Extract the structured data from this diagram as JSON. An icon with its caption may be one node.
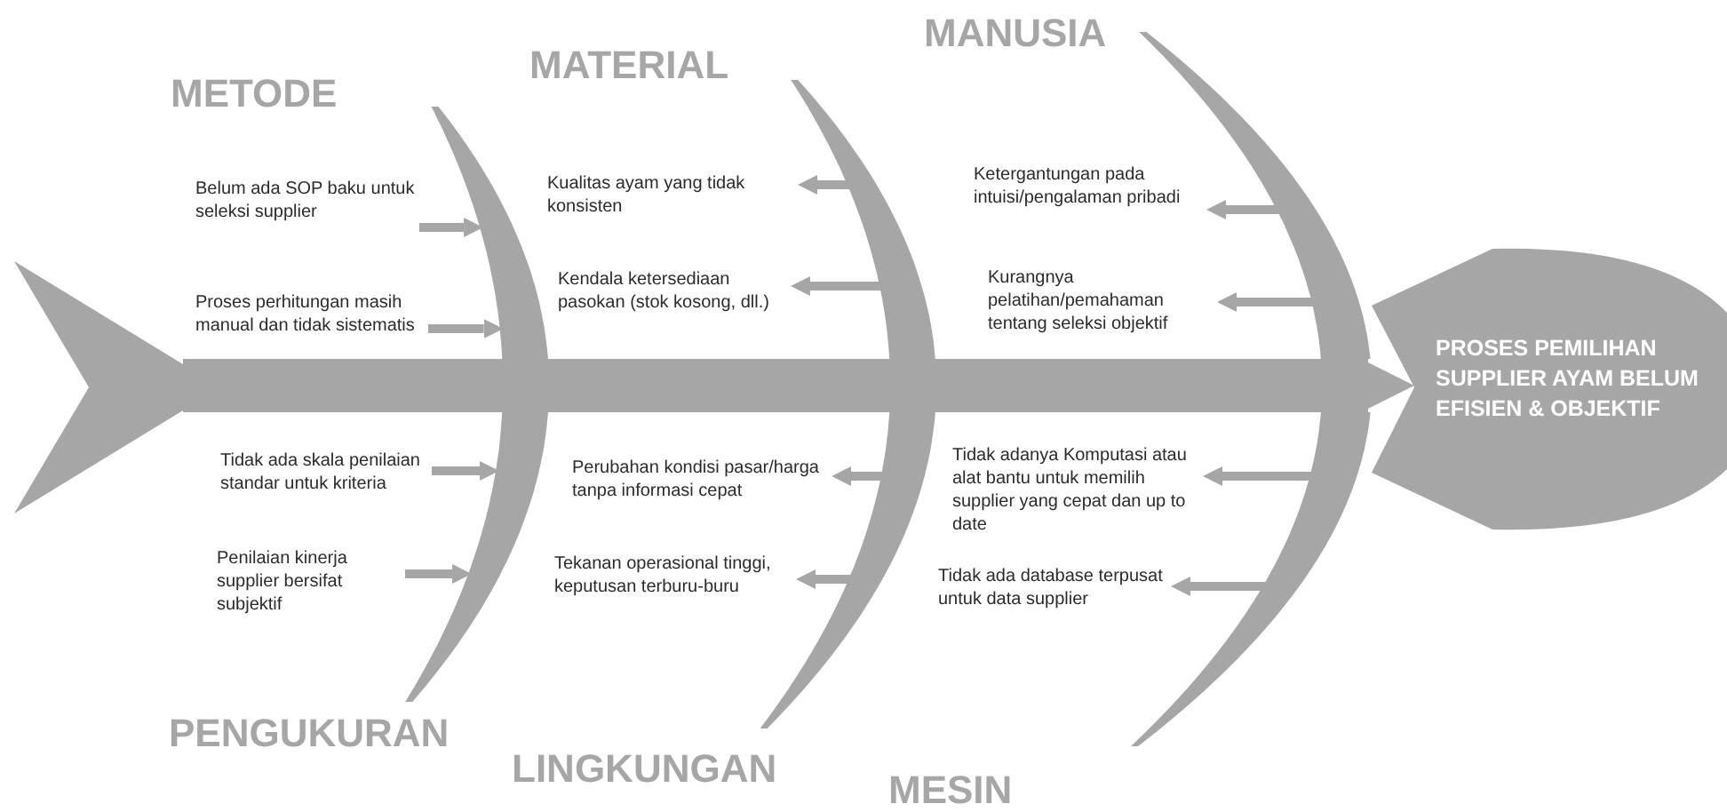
{
  "diagram": {
    "nodes": [
      {
        "text": [],
        "shape": "tail"
      },
      {
        "text": [],
        "shape": "arc"
      },
      {
        "text": [],
        "shape": "arc"
      },
      {
        "text": [],
        "shape": "arc"
      },
      {
        "text": [],
        "shape": "arc"
      },
      {
        "text": [],
        "shape": "arc"
      },
      {
        "text": [],
        "shape": "arc"
      },
      {
        "text": [
          "PROSES PEMILIHAN SUPPLIER AYAM BELUM EFISIEN & OBJEKTIF"
        ]
      },
      {
        "text": [
          "Belum ada SOP baku untuk seleksi supplier"
        ]
      },
      {
        "text": [
          "Proses perhitungan masih manual dan tidak sistematis"
        ]
      },
      {
        "text": [
          "Tidak ada skala penilaian standar untuk kriteria"
        ]
      },
      {
        "text": [
          "Penilaian kinerja supplier bersifat subjektif"
        ]
      },
      {
        "text": [
          "Kualitas ayam yang tidak konsisten"
        ]
      },
      {
        "text": [
          "Kendala ketersediaan pasokan (stok kosong, dll.)"
        ]
      },
      {
        "text": [
          "Perubahan kondisi pasar/harga tanpa informasi cepat"
        ]
      },
      {
        "text": [
          "Tekanan operasional tinggi, keputusan terburu-buru"
        ]
      },
      {
        "text": [
          "Ketergantungan pada intuisi/pengalaman pribadi"
        ]
      },
      {
        "text": [
          "Kurangnya pelatihan/pemahaman tentang seleksi objektif"
        ]
      },
      {
        "text": [
          "Tidak adanya Komputasi atau alat bantu untuk memilih supplier yang cepat dan up to date"
        ]
      },
      {
        "text": [
          "Tidak ada database terpusat untuk data supplier"
        ]
      }
    ],
    "edges": [
      {
        "from": 0,
        "to": 7,
        "arrow": "to",
        "style": "thick"
      },
      {
        "from": 8,
        "to": 1,
        "arrow": "to"
      },
      {
        "from": 9,
        "to": 1,
        "arrow": "to"
      },
      {
        "from": 10,
        "to": 2,
        "arrow": "to"
      },
      {
        "from": 11,
        "to": 2,
        "arrow": "to"
      },
      {
        "from": 3,
        "to": 12,
        "arrow": "to"
      },
      {
        "from": 3,
        "to": 13,
        "arrow": "to"
      },
      {
        "from": 4,
        "to": 14,
        "arrow": "to"
      },
      {
        "from": 4,
        "to": 15,
        "arrow": "to"
      },
      {
        "from": 5,
        "to": 16,
        "arrow": "to"
      },
      {
        "from": 5,
        "to": 17,
        "arrow": "to"
      },
      {
        "from": 6,
        "to": 18,
        "arrow": "to"
      },
      {
        "from": 6,
        "to": 19,
        "arrow": "to"
      }
    ],
    "labels": [
      "METODE",
      "MATERIAL",
      "MANUSIA",
      "PENGUKURAN",
      "LINGKUNGAN",
      "MESIN"
    ]
  }
}
